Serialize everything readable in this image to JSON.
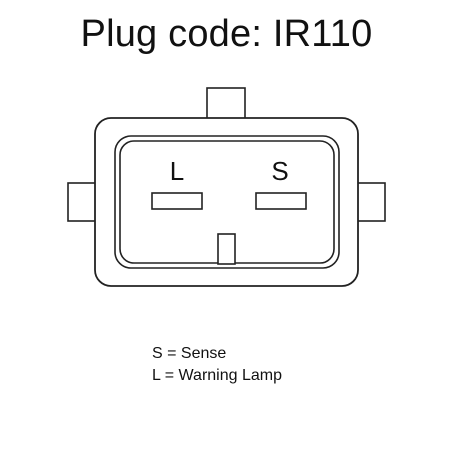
{
  "title": "Plug code: IR110",
  "pins": {
    "left_label": "L",
    "right_label": "S"
  },
  "legend": [
    {
      "text": "S = Sense"
    },
    {
      "text": "L = Warning Lamp"
    }
  ]
}
